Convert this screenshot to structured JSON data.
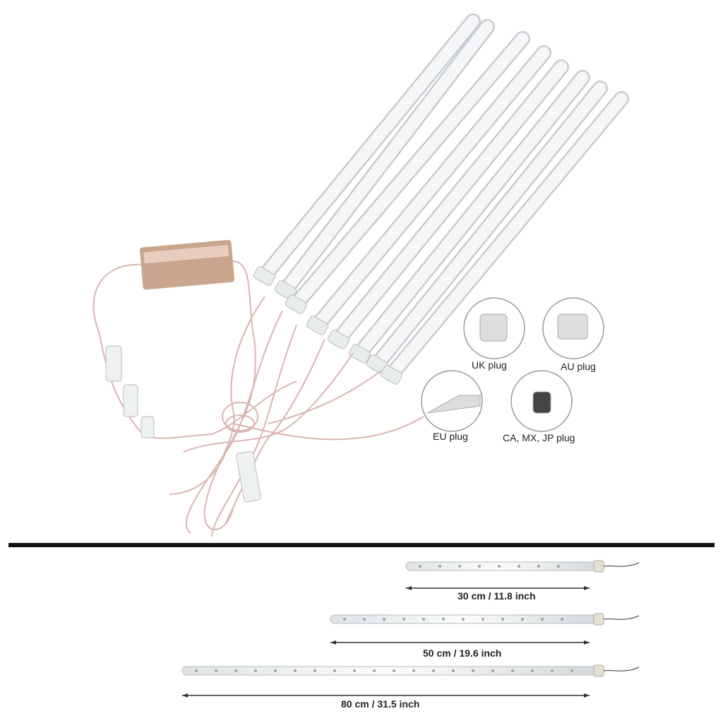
{
  "plugs": [
    {
      "label": "UK plug",
      "icon": "uk-plug-icon"
    },
    {
      "label": "AU plug",
      "icon": "au-plug-icon"
    },
    {
      "label": "EU plug",
      "icon": "eu-plug-icon"
    },
    {
      "label": "CA, MX, JP plug",
      "icon": "us-plug-icon"
    }
  ],
  "sizes": [
    {
      "label": "30 cm / 11.8 inch"
    },
    {
      "label": "50 cm / 19.6 inch"
    },
    {
      "label": "80 cm / 31.5 inch"
    }
  ],
  "colors": {
    "divider": "#111111",
    "tube": "#eef0f2",
    "wire": "#d9b5b0",
    "driver": "#c9a58e"
  }
}
